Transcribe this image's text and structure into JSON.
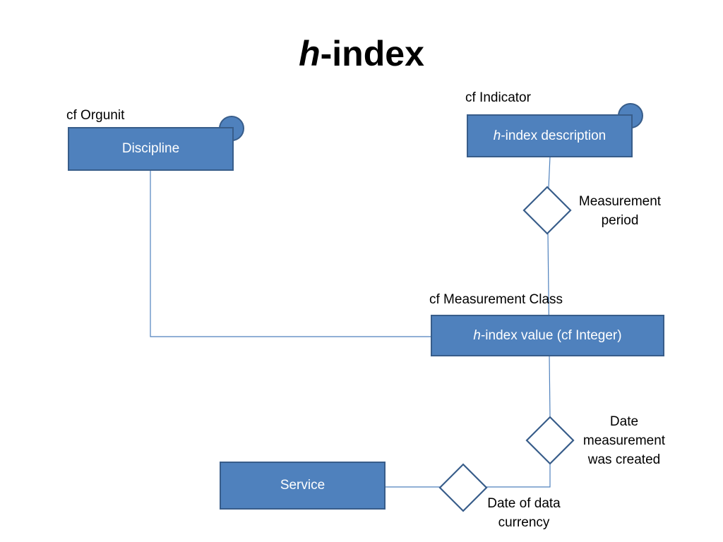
{
  "title": {
    "prefix": "h",
    "suffix": "-index"
  },
  "nodes": {
    "discipline": {
      "label": "Discipline",
      "annotation": "cf Orgunit"
    },
    "description": {
      "prefix": "h",
      "suffix": "-index description",
      "annotation": "cf Indicator"
    },
    "value": {
      "prefix": "h",
      "suffix": "-index value (cf Integer)",
      "annotation": "cf Measurement Class"
    },
    "service": {
      "label": "Service"
    }
  },
  "relations": {
    "measurement_period": {
      "line1": "Measurement",
      "line2": "period"
    },
    "date_created": {
      "line1": "Date",
      "line2": "measurement",
      "line3": "was created"
    },
    "date_currency": {
      "line1": "Date of data",
      "line2": "currency"
    }
  },
  "colors": {
    "box_fill": "#4f81bd",
    "box_border": "#385d8a",
    "connector": "#4f81bd",
    "diamond_border": "#385d8a"
  }
}
